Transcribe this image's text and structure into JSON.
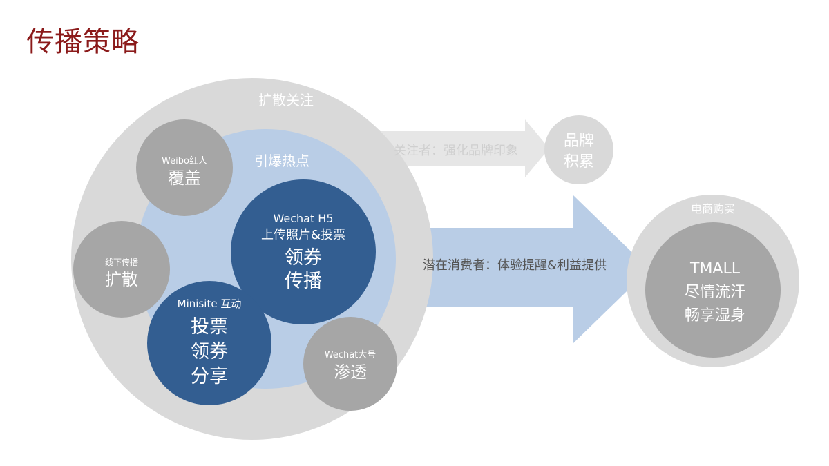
{
  "title": "传播策略",
  "colors": {
    "title": "#8b1a1a",
    "outer_circle": "#d9d9d9",
    "inner_circle": "#b9cde6",
    "dark_blue": "#335e91",
    "gray_circle": "#a6a6a6",
    "arrow_gray": "#e6e6e6",
    "arrow_blue": "#b9cde6"
  },
  "outer": {
    "label": "扩散关注"
  },
  "inner": {
    "label": "引爆热点"
  },
  "weibo": {
    "small": "Weibo红人",
    "big": "覆盖"
  },
  "offline": {
    "small": "线下传播",
    "big": "扩散"
  },
  "wechat_h5": {
    "line1": "Wechat H5",
    "line2": "上传照片&投票",
    "line3": "领券",
    "line4": "传播"
  },
  "minisite": {
    "label": "Minisite 互动",
    "line1": "投票",
    "line2": "领券",
    "line3": "分享"
  },
  "wechat_big": {
    "small": "Wechat大号",
    "big": "渗透"
  },
  "arrow_top": {
    "label": "关注者：强化品牌印象"
  },
  "brand": {
    "line1": "品牌",
    "line2": "积累"
  },
  "arrow_main": {
    "label": "潜在消费者：体验提醒&利益提供"
  },
  "ecommerce": {
    "label": "电商购买",
    "line1": "TMALL",
    "line2": "尽情流汗",
    "line3": "畅享湿身"
  }
}
